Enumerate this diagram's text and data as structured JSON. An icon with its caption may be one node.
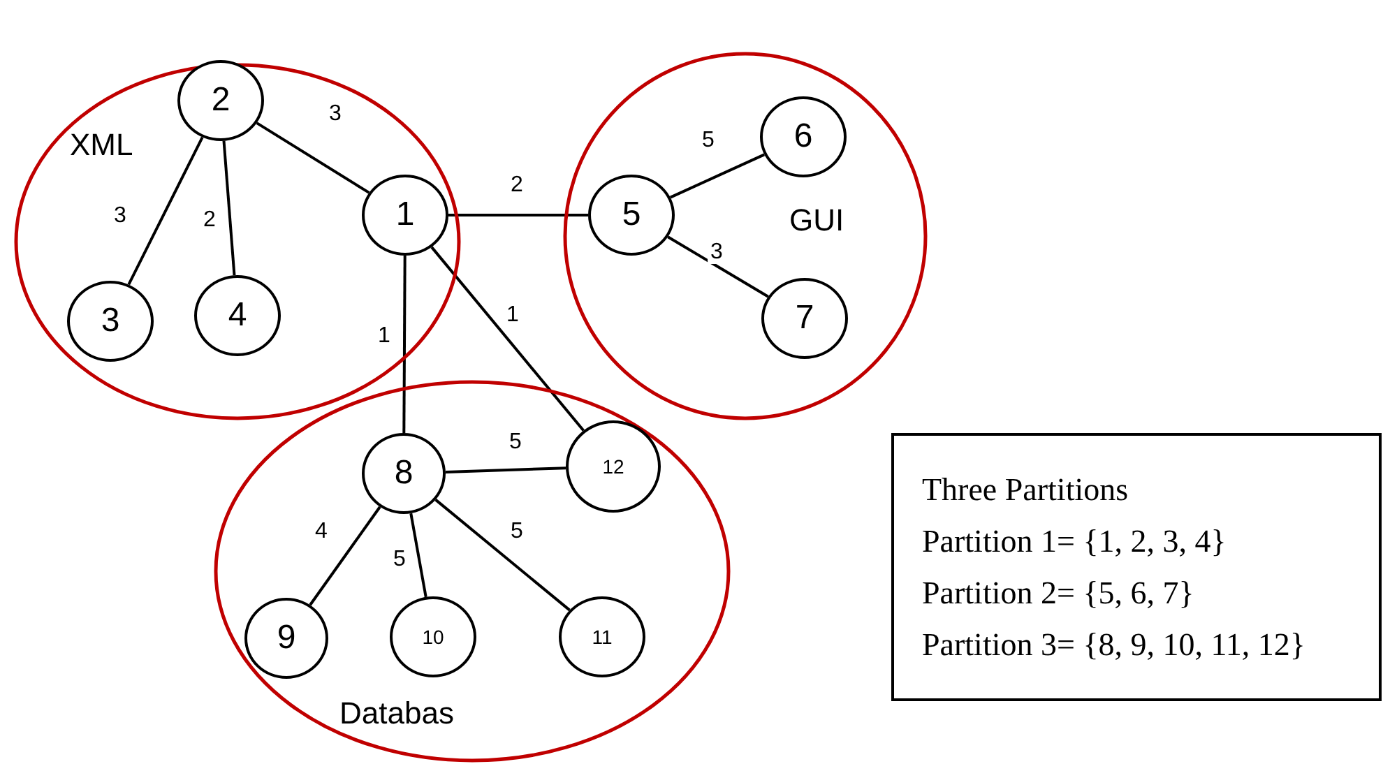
{
  "diagram": {
    "nodes": [
      {
        "text": [
          "XML"
        ]
      },
      {
        "text": [
          "2"
        ],
        "in": 0
      },
      {
        "text": [
          "3"
        ],
        "in": 0
      },
      {
        "text": [
          "4"
        ],
        "in": 0
      },
      {
        "text": [
          "1"
        ],
        "in": 0
      },
      {
        "text": [
          "GUI"
        ]
      },
      {
        "text": [
          "5"
        ],
        "in": 5
      },
      {
        "text": [
          "6"
        ],
        "in": 5
      },
      {
        "text": [
          "7"
        ],
        "in": 5
      },
      {
        "text": [
          "Databas"
        ]
      },
      {
        "text": [
          "8"
        ],
        "in": 9
      },
      {
        "text": [
          "12"
        ],
        "in": 9
      },
      {
        "text": [
          "9"
        ],
        "in": 9
      },
      {
        "text": [
          "10"
        ],
        "in": 9
      },
      {
        "text": [
          "11"
        ],
        "in": 9
      },
      {
        "text": [
          "Three Partitions",
          "Partition 1= {1, 2, 3, 4}",
          "Partition 2= {5, 6, 7}",
          "Partition 3= {8, 9, 10, 11, 12}"
        ]
      }
    ],
    "edges": [
      {
        "from": 1,
        "to": 4,
        "arrow": "none",
        "label": "3"
      },
      {
        "from": 1,
        "to": 2,
        "arrow": "none",
        "label": "3"
      },
      {
        "from": 1,
        "to": 3,
        "arrow": "none",
        "label": "2"
      },
      {
        "from": 4,
        "to": 6,
        "arrow": "none",
        "label": "2"
      },
      {
        "from": 4,
        "to": 10,
        "arrow": "none",
        "label": "1"
      },
      {
        "from": 4,
        "to": 11,
        "arrow": "none",
        "label": "1"
      },
      {
        "from": 6,
        "to": 7,
        "arrow": "none",
        "label": "5"
      },
      {
        "from": 6,
        "to": 8,
        "arrow": "none",
        "label": "3"
      },
      {
        "from": 10,
        "to": 11,
        "arrow": "none",
        "label": "5"
      },
      {
        "from": 10,
        "to": 12,
        "arrow": "none",
        "label": "4"
      },
      {
        "from": 10,
        "to": 13,
        "arrow": "none",
        "label": "5"
      },
      {
        "from": 10,
        "to": 14,
        "arrow": "none",
        "label": "5"
      }
    ]
  }
}
